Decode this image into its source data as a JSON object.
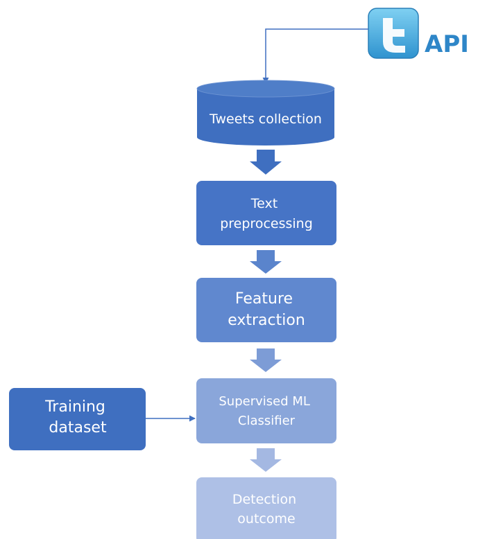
{
  "diagram": {
    "source": {
      "icon": "twitter-bird-icon",
      "label": "API"
    },
    "nodes": [
      {
        "id": "tweets-collection",
        "shape": "cylinder",
        "lines": [
          "Tweets collection"
        ],
        "color": "#3f6fc0"
      },
      {
        "id": "text-preprocessing",
        "shape": "rect",
        "lines": [
          "Text",
          "preprocessing"
        ],
        "color": "#4674c6"
      },
      {
        "id": "feature-extraction",
        "shape": "rect",
        "lines": [
          "Feature",
          "extraction"
        ],
        "color": "#6088cf"
      },
      {
        "id": "supervised-ml-classifier",
        "shape": "rect",
        "lines": [
          "Supervised ML",
          "Classifier"
        ],
        "color": "#8aa6da"
      },
      {
        "id": "detection-outcome",
        "shape": "rect",
        "lines": [
          "Detection",
          "outcome"
        ],
        "color": "#aec0e6"
      },
      {
        "id": "training-dataset",
        "shape": "rect",
        "lines": [
          "Training",
          "dataset"
        ],
        "color": "#3f6fc0"
      }
    ],
    "arrow_colors": [
      "#3f6fc0",
      "#5a84cc",
      "#7d9cd6",
      "#a4b8e2"
    ],
    "edges": [
      {
        "from": "api",
        "to": "tweets-collection"
      },
      {
        "from": "tweets-collection",
        "to": "text-preprocessing"
      },
      {
        "from": "text-preprocessing",
        "to": "feature-extraction"
      },
      {
        "from": "feature-extraction",
        "to": "supervised-ml-classifier"
      },
      {
        "from": "supervised-ml-classifier",
        "to": "detection-outcome"
      },
      {
        "from": "training-dataset",
        "to": "supervised-ml-classifier"
      }
    ]
  }
}
